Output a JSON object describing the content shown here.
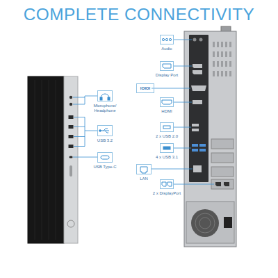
{
  "diagram": {
    "title": "COMPLETE CONNECTIVITY",
    "nodes": [
      {
        "text": [
          "Microphone/ Headphone"
        ]
      },
      {
        "text": [
          "USB 3.2"
        ]
      },
      {
        "text": [
          "USB Type-C"
        ]
      },
      {
        "text": [
          "Audio"
        ]
      },
      {
        "text": [
          "Display Port"
        ]
      },
      {
        "text": [
          "IOIOI"
        ]
      },
      {
        "text": [
          "HDMI"
        ]
      },
      {
        "text": [
          "2 x USB 2.0"
        ]
      },
      {
        "text": [
          "4 x USB 3.1"
        ]
      },
      {
        "text": [
          "LAN"
        ]
      },
      {
        "text": [
          "2 x DisplayPort"
        ]
      }
    ]
  }
}
